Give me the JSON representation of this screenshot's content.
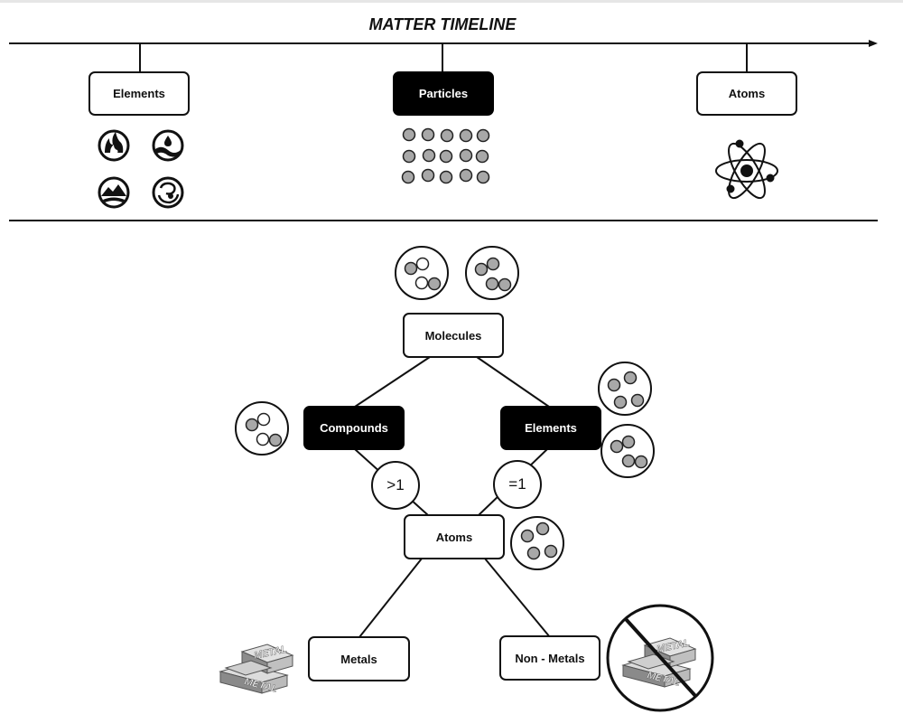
{
  "title": "MATTER TIMELINE",
  "timeline": {
    "nodes": [
      {
        "label": "Elements",
        "highlighted": false
      },
      {
        "label": "Particles",
        "highlighted": true
      },
      {
        "label": "Atoms",
        "highlighted": false
      }
    ],
    "element_icons": [
      "fire-icon",
      "water-icon",
      "earth-icon",
      "air-icon"
    ]
  },
  "tree": {
    "molecules": "Molecules",
    "compounds": "Compounds",
    "elements": "Elements",
    "atoms": "Atoms",
    "metals": "Metals",
    "non_metals": "Non - Metals",
    "condition_compounds": ">1",
    "condition_elements": "=1"
  },
  "metal_bar_text": "METAL",
  "colors": {
    "line": "#111111",
    "dark_node": "#000000",
    "particle_fill": "#a8a8a8",
    "metal": "#9a9a9a"
  }
}
